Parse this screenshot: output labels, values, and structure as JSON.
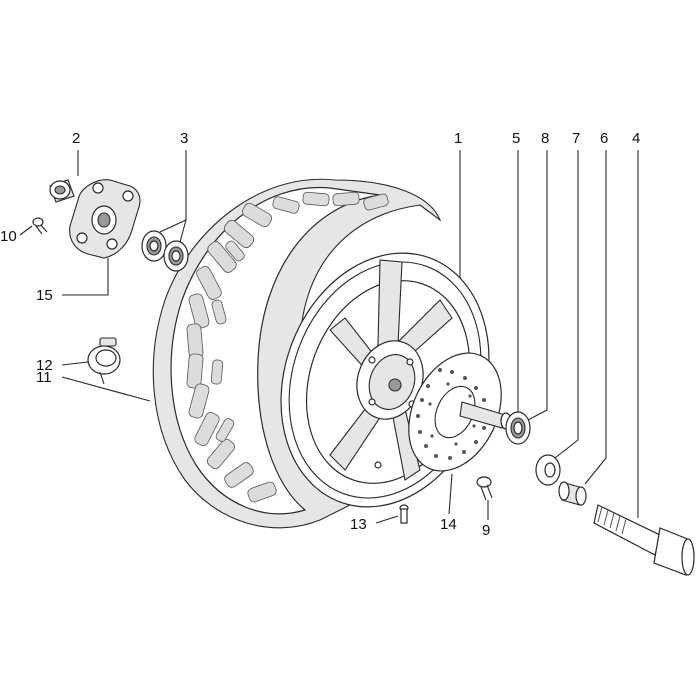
{
  "callouts": [
    {
      "id": "1",
      "label": "1"
    },
    {
      "id": "2",
      "label": "2"
    },
    {
      "id": "3",
      "label": "3"
    },
    {
      "id": "4",
      "label": "4"
    },
    {
      "id": "5",
      "label": "5"
    },
    {
      "id": "6",
      "label": "6"
    },
    {
      "id": "7",
      "label": "7"
    },
    {
      "id": "8",
      "label": "8"
    },
    {
      "id": "9",
      "label": "9"
    },
    {
      "id": "10",
      "label": "10"
    },
    {
      "id": "11",
      "label": "11"
    },
    {
      "id": "12",
      "label": "12"
    },
    {
      "id": "13",
      "label": "13"
    },
    {
      "id": "14",
      "label": "14"
    },
    {
      "id": "15",
      "label": "15"
    }
  ],
  "colors": {
    "line": "#2a2a2a",
    "background": "#ffffff",
    "shade": "#e6e6e6"
  }
}
